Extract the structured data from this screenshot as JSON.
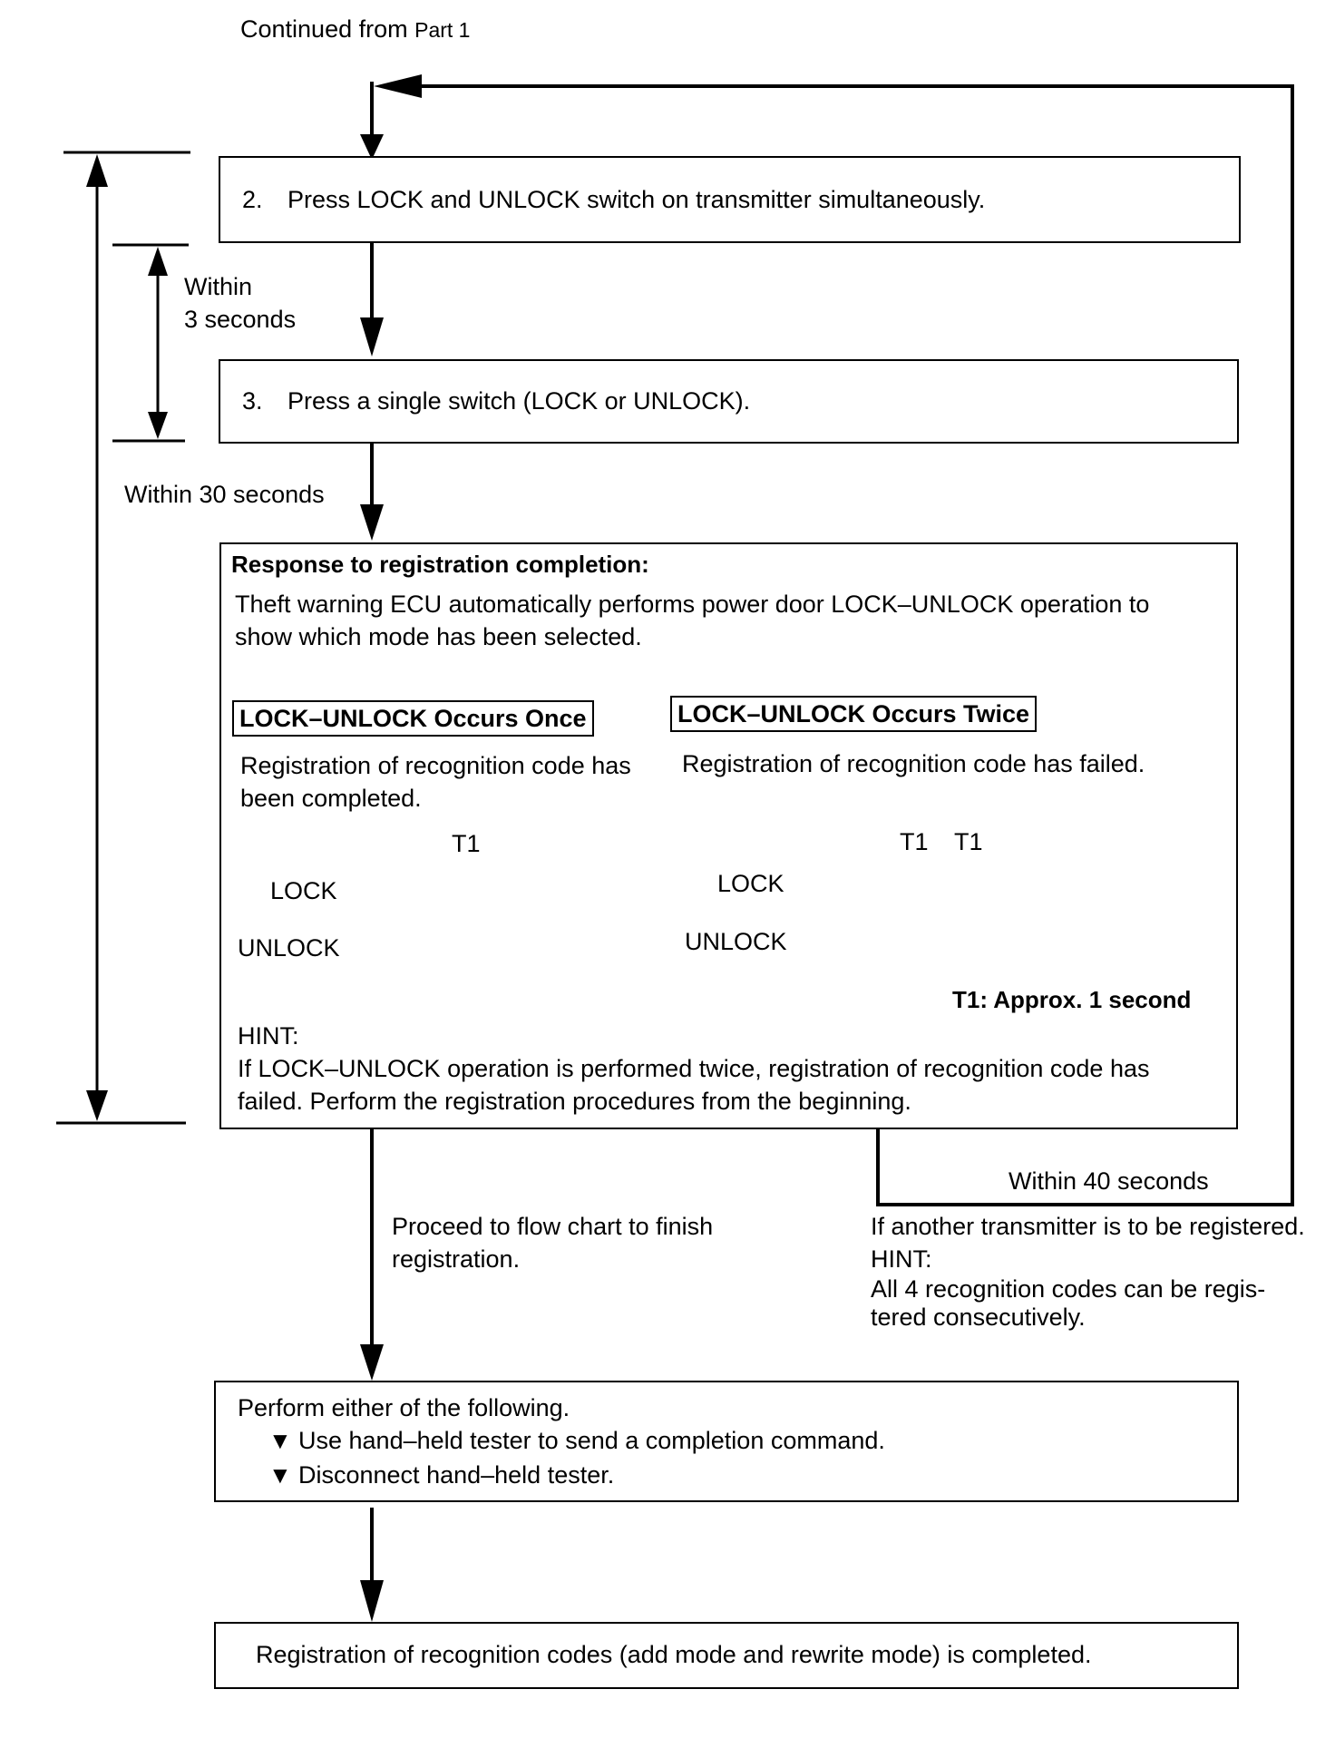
{
  "header": {
    "continued": "Continued from ",
    "part": "Part 1"
  },
  "step2": {
    "num": "2.",
    "text": "Press LOCK and UNLOCK switch on transmitter simultaneously."
  },
  "step3": {
    "num": "3.",
    "text": "Press a single switch (LOCK or UNLOCK)."
  },
  "timing": {
    "within3_line1": "Within",
    "within3_line2": "3 seconds",
    "within30": "Within 30 seconds",
    "within40": "Within 40 seconds"
  },
  "response": {
    "title": "Response to registration completion:",
    "desc_line1": "Theft warning ECU automatically performs power door LOCK–UNLOCK operation to",
    "desc_line2": "show which mode has been selected.",
    "once": {
      "label": "LOCK–UNLOCK Occurs Once",
      "desc_line1": "Registration of recognition code has",
      "desc_line2": "been completed."
    },
    "twice": {
      "label": "LOCK–UNLOCK Occurs Twice",
      "desc": "Registration of recognition code has failed."
    },
    "waveform": {
      "lock": "LOCK",
      "unlock": "UNLOCK",
      "t1": "T1",
      "t1_note": "T1: Approx. 1 second"
    },
    "hint_label": "HINT:",
    "hint_line1": "If LOCK–UNLOCK operation is performed twice, registration of recognition code has",
    "hint_line2": "failed. Perform the registration procedures from the beginning."
  },
  "proceed": {
    "line1": "Proceed to flow chart to finish",
    "line2": "registration."
  },
  "another": {
    "line1": "If another transmitter is to be registered.",
    "hint_label": "HINT:",
    "hint_line1": "All 4 recognition codes can be regis-",
    "hint_line2": "tered consecutively."
  },
  "perform": {
    "title": "Perform either of the following.",
    "bullet": "▼",
    "item1": "Use hand–held tester to send a completion command.",
    "item2": "Disconnect hand–held tester."
  },
  "final": {
    "text": "Registration of recognition codes (add mode and rewrite mode) is completed."
  }
}
